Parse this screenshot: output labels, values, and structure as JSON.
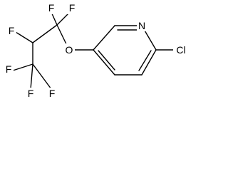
{
  "molecule": {
    "atoms": {
      "f_top_left": "F",
      "f_top_right": "F",
      "f_middle_left": "F",
      "f_bottom_left": "F",
      "f_bottom_middle": "F",
      "f_bottom_right": "F",
      "oxygen": "O",
      "nitrogen": "N",
      "chlorine": "Cl"
    }
  }
}
